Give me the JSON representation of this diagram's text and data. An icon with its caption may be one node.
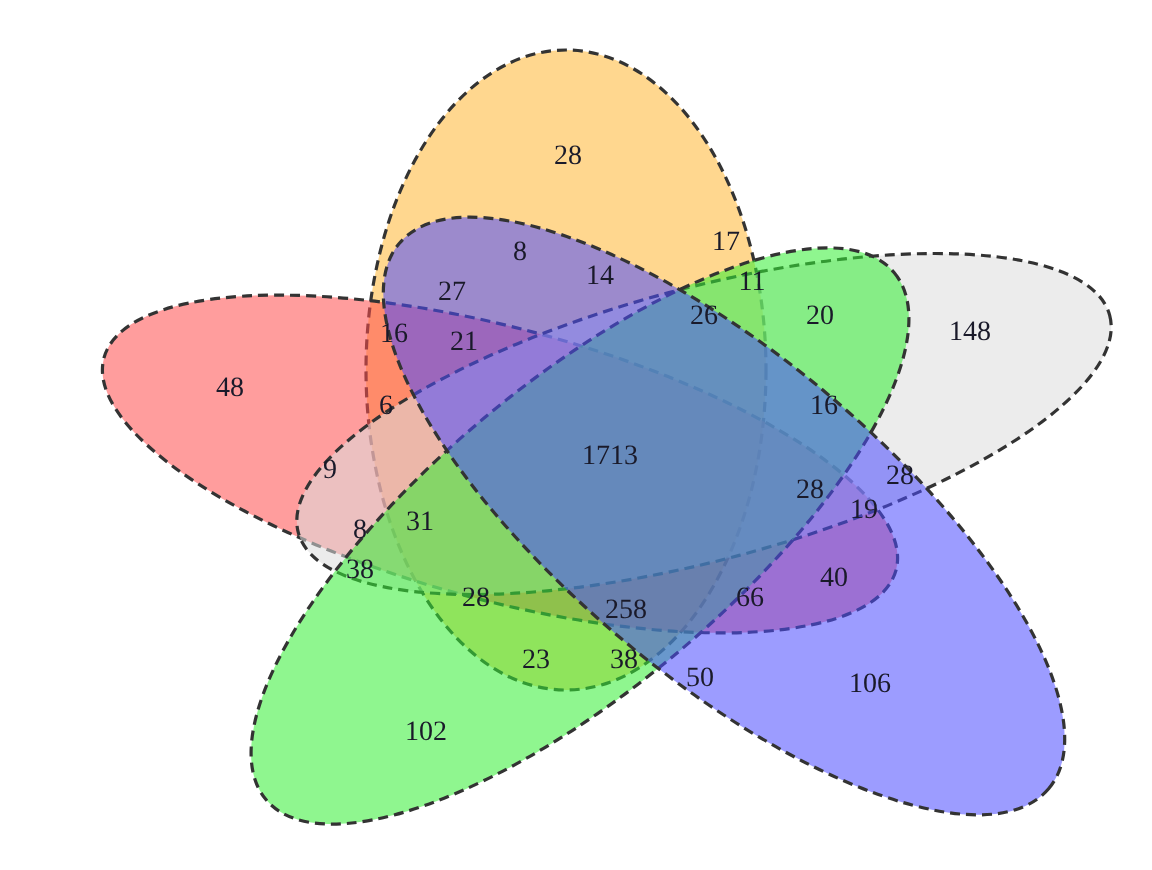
{
  "diagram": {
    "labels": [
      "28",
      "8",
      "17",
      "27",
      "14",
      "11",
      "16",
      "21",
      "26",
      "20",
      "148",
      "48",
      "6",
      "16",
      "9",
      "1713",
      "28",
      "28",
      "8",
      "31",
      "19",
      "38",
      "28",
      "258",
      "66",
      "40",
      "23",
      "38",
      "50",
      "106",
      "102"
    ]
  }
}
